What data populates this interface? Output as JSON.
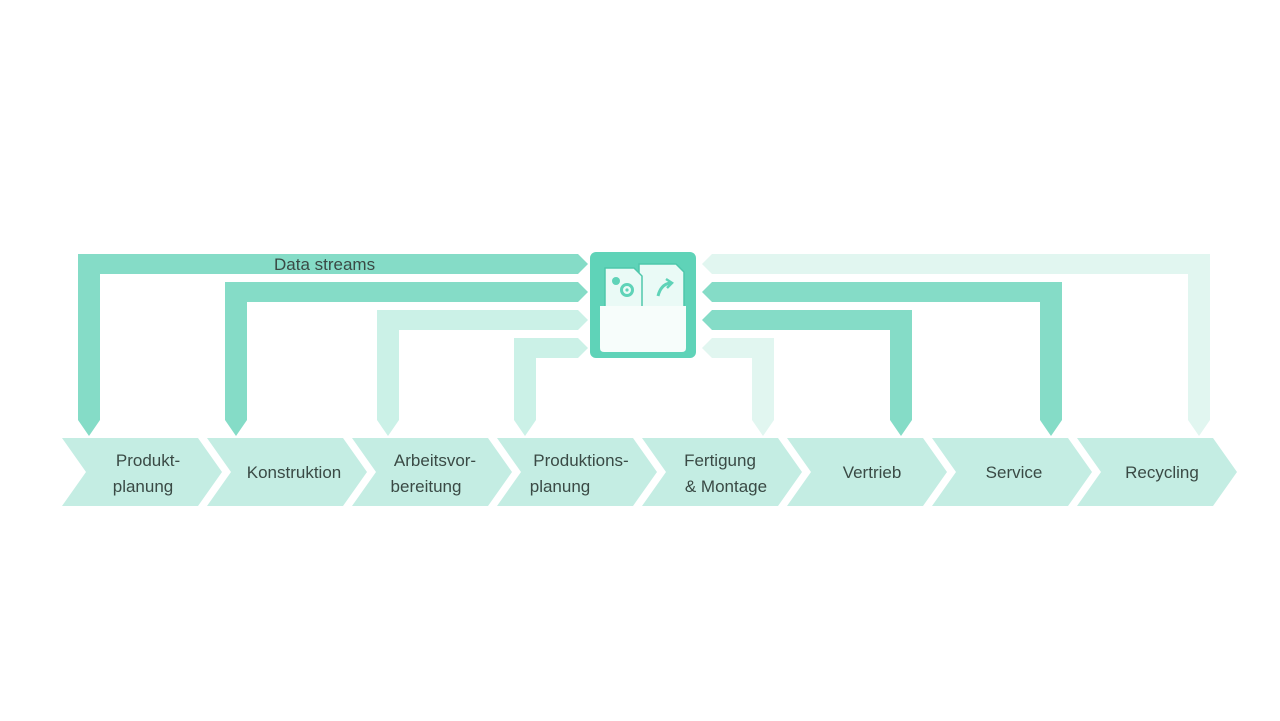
{
  "diagram": {
    "title": "Data streams",
    "colors": {
      "stage_fill": "#c4ede3",
      "stream_dark": "#85dcc7",
      "stream_medium": "#a4e5d4",
      "stream_light": "#cbf1e7",
      "stream_faint": "#e1f6f0",
      "hub_fill": "#5fd3b8",
      "text": "#3a4a45"
    },
    "hub": {
      "icon": "folder-with-documents-icon"
    },
    "stages": [
      {
        "id": "produktplanung",
        "lines": [
          "Produkt-",
          "planung"
        ]
      },
      {
        "id": "konstruktion",
        "lines": [
          "Konstruktion"
        ]
      },
      {
        "id": "arbeitsvorbereitung",
        "lines": [
          "Arbeitsvor-",
          "bereitung"
        ]
      },
      {
        "id": "produktionsplanung",
        "lines": [
          "Produktions-",
          "planung"
        ]
      },
      {
        "id": "fertigung-montage",
        "lines": [
          "Fertigung",
          "& Montage"
        ]
      },
      {
        "id": "vertrieb",
        "lines": [
          "Vertrieb"
        ]
      },
      {
        "id": "service",
        "lines": [
          "Service"
        ]
      },
      {
        "id": "recycling",
        "lines": [
          "Recycling"
        ]
      }
    ]
  }
}
